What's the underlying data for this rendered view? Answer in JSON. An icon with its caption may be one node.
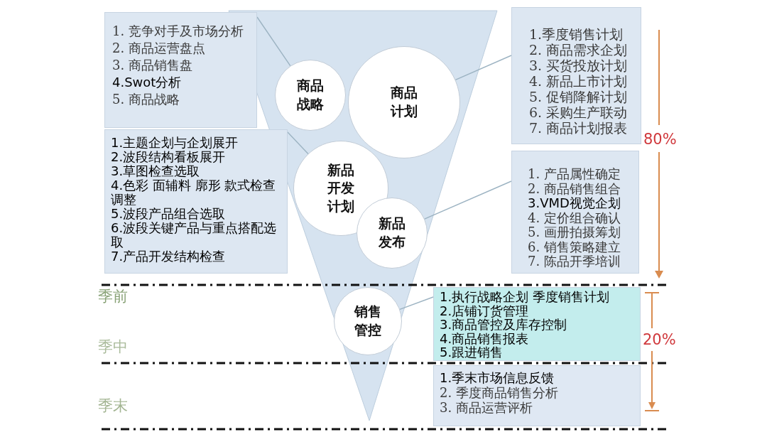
{
  "diagram": {
    "nodes": [
      {
        "text": [
          "1. 竞争对手及市场分析",
          "2. 商品运营盘点",
          "3. 商品销售盘",
          "4.Swot分析",
          "5. 商品战略"
        ]
      },
      {
        "text": [
          "商品战略"
        ]
      },
      {
        "text": [
          "商品计划"
        ]
      },
      {
        "text": [
          "1.季度销售计划",
          "2. 商品需求企划",
          "3. 买货投放计划",
          "4. 新品上市计划",
          "5. 促销降解计划",
          "6. 采购生产联动",
          "7. 商品计划报表"
        ]
      },
      {
        "text": [
          "1.主题企划与企划展开",
          "2.波段结构看板展开",
          "3.草图检查选取",
          "4.色彩 面辅料 廓形 款式检查调整",
          "5.波段产品组合选取",
          "6.波段关键产品与重点搭配选取",
          "7.产品开发结构检查"
        ]
      },
      {
        "text": [
          "新品开发计划"
        ]
      },
      {
        "text": [
          "新品发布"
        ]
      },
      {
        "text": [
          "1. 产品属性确定",
          "2. 商品销售组合",
          "3.VMD视觉企划",
          "4. 定价组合确认",
          "5. 画册拍摄筹划",
          "6. 销售策略建立",
          "7. 陈品开季培训"
        ]
      },
      {
        "text": [
          "销售管控"
        ]
      },
      {
        "text": [
          "1.执行战略企划 季度销售计划",
          "2.店铺订货管理",
          "3.商品管控及库存控制",
          "4.商品销售报表",
          "5.跟进销售"
        ]
      },
      {
        "text": [
          "1.季末市场信息反馈",
          "2. 季度商品销售分析",
          "3. 商品运营评析"
        ]
      }
    ],
    "edges": [
      {
        "from": 0,
        "to": 1,
        "arrow": "none"
      },
      {
        "from": 3,
        "to": 2,
        "arrow": "none"
      },
      {
        "from": 4,
        "to": 5,
        "arrow": "none"
      },
      {
        "from": 7,
        "to": 6,
        "arrow": "none"
      },
      {
        "from": 9,
        "to": 8,
        "arrow": "none"
      }
    ],
    "labels": [
      "80%",
      "季前",
      "20%",
      "季中",
      "季末"
    ]
  }
}
